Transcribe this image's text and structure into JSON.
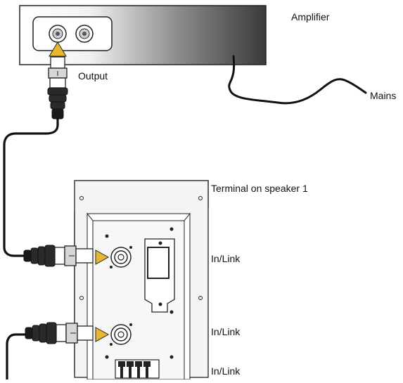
{
  "diagram": {
    "labels": {
      "amplifier": "Amplifier",
      "output": "Output",
      "mains": "Mains",
      "terminal": "Terminal on speaker 1",
      "in_link_1": "In/Link",
      "in_link_2": "In/Link",
      "in_link_3": "In/Link"
    },
    "colors": {
      "amplifier_dark": "#3a3a3a",
      "amplifier_light": "#ffffff",
      "arrow": "#e8b530",
      "cable": "#111111",
      "panel_fill": "#f4f4f4",
      "outline": "#222222"
    },
    "icons": [
      "connector-arrow-icon",
      "speakon-plug-icon",
      "speakon-socket-icon",
      "power-cable-icon"
    ]
  }
}
